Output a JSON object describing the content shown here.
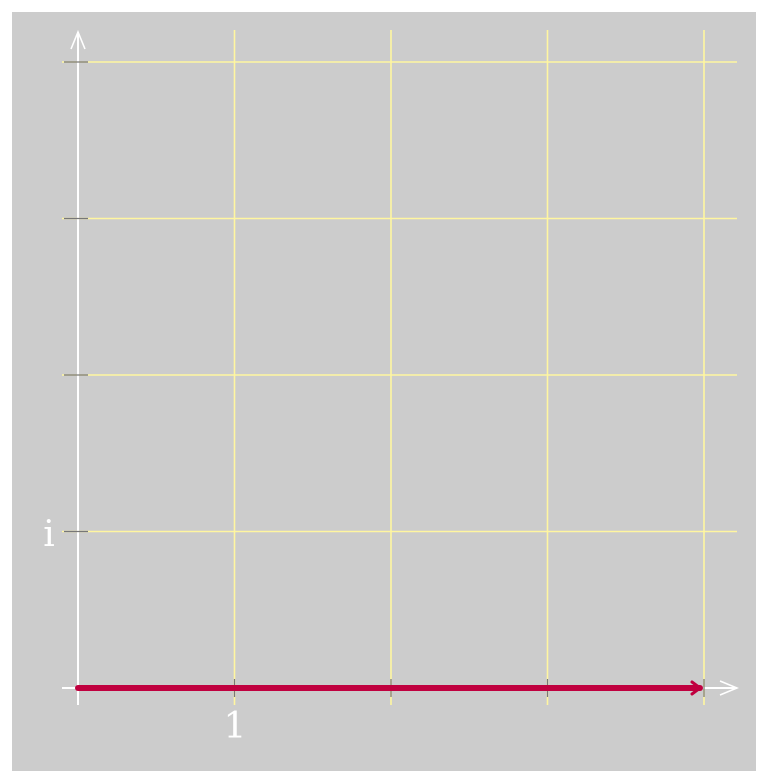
{
  "diagram": {
    "type": "complex-plane-grid",
    "x_axis": {
      "tick_label": "1",
      "tick_label_value": 1,
      "grid_x_values": [
        1,
        2,
        3,
        4
      ]
    },
    "y_axis": {
      "tick_label": "i",
      "tick_label_value": 1,
      "grid_y_values": [
        1,
        2,
        3,
        4
      ]
    },
    "vector": {
      "from": [
        0,
        0
      ],
      "to": [
        4,
        0
      ],
      "color": "#c0003f"
    },
    "colors": {
      "panel_background": "#cccccc",
      "page_background": "#ffffff",
      "grid": "#fff6a0",
      "axis": "#ffffff",
      "tick": "#777777"
    }
  }
}
